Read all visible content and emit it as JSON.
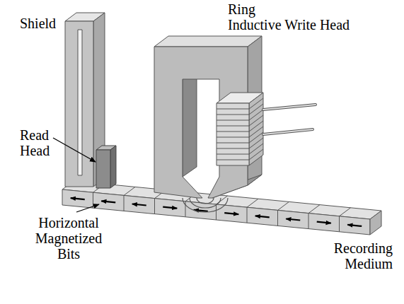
{
  "diagram": {
    "labels": [
      "Ring Inductive Write Head",
      "Shield",
      "Read Head",
      "Horizontal Magnetized Bits",
      "Recording Medium"
    ]
  }
}
